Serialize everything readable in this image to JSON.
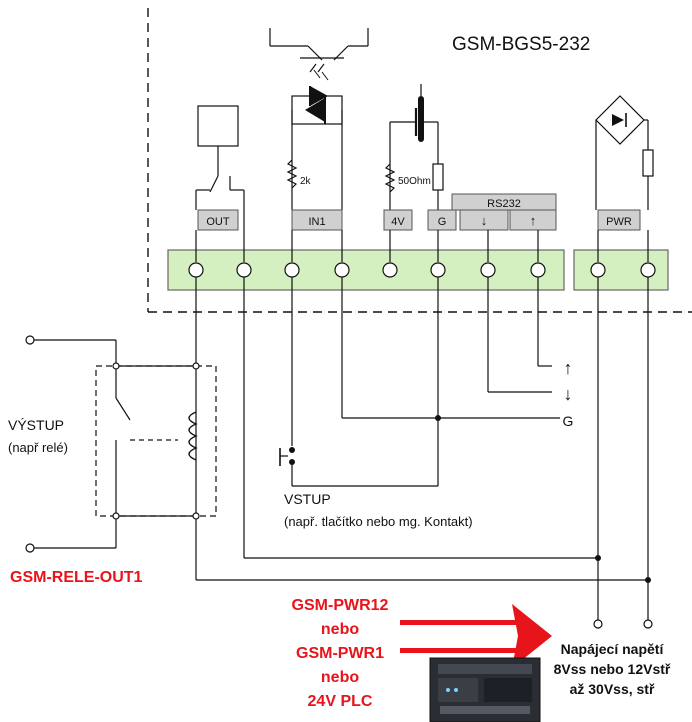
{
  "device_label": "GSM-BGS5-232",
  "terminals": {
    "out": "OUT",
    "in1": "IN1",
    "v4": "4V",
    "g": "G",
    "rs232": "RS232",
    "pwr": "PWR"
  },
  "resistors": {
    "r_in1": "2k",
    "r_4v": "50Ohm"
  },
  "external": {
    "signal_g": "G",
    "output_title": "VÝSTUP",
    "output_sub": "(např relé)",
    "input_title": "VSTUP",
    "input_sub": "(např. tlačítko nebo mg. Kontakt)"
  },
  "accessory": {
    "relay_module": "GSM-RELE-OUT1",
    "power_options": [
      "GSM-PWR12",
      "nebo",
      "GSM-PWR1",
      "nebo",
      "24V PLC"
    ]
  },
  "power_note": [
    "Napájecí napětí",
    "8Vss nebo 12Vstř",
    "až 30Vss, stř"
  ],
  "colors": {
    "terminal_block": "#d5f0c0",
    "label_box": "#d0d0d0",
    "accent_red": "#e8141b"
  }
}
